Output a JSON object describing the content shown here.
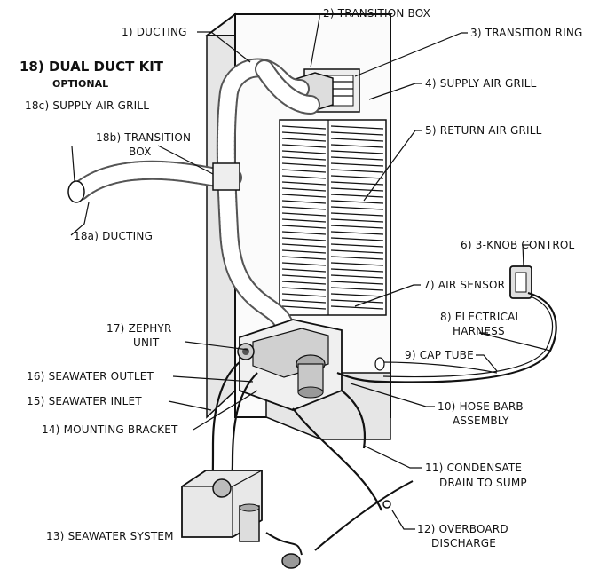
{
  "title": {
    "main": "18) DUAL DUCT KIT",
    "sub": "OPTIONAL"
  },
  "labels": {
    "ducting": "1) DUCTING",
    "transition_box": "2) TRANSITION BOX",
    "transition_ring": "3) TRANSITION RING",
    "supply_air_grill": "4) SUPPLY AIR GRILL",
    "return_air_grill": "5) RETURN AIR GRILL",
    "knob_control": "6) 3-KNOB CONTROL",
    "air_sensor": "7) AIR SENSOR",
    "electrical_harness_1": "8) ELECTRICAL",
    "electrical_harness_2": "HARNESS",
    "cap_tube": "9) CAP TUBE",
    "hose_barb_1": "10) HOSE BARB",
    "hose_barb_2": "ASSEMBLY",
    "condensate_1": "11) CONDENSATE",
    "condensate_2": "DRAIN TO SUMP",
    "overboard_1": "12) OVERBOARD",
    "overboard_2": "DISCHARGE",
    "seawater_system": "13) SEAWATER SYSTEM",
    "mounting_bracket": "14) MOUNTING BRACKET",
    "seawater_inlet": "15) SEAWATER INLET",
    "seawater_outlet": "16) SEAWATER OUTLET",
    "zephyr_1": "17) ZEPHYR",
    "zephyr_2": "UNIT",
    "dd_supply_grill": "18c) SUPPLY AIR GRILL",
    "dd_transition_1": "18b) TRANSITION",
    "dd_transition_2": "BOX",
    "dd_ducting": "18a) DUCTING"
  }
}
